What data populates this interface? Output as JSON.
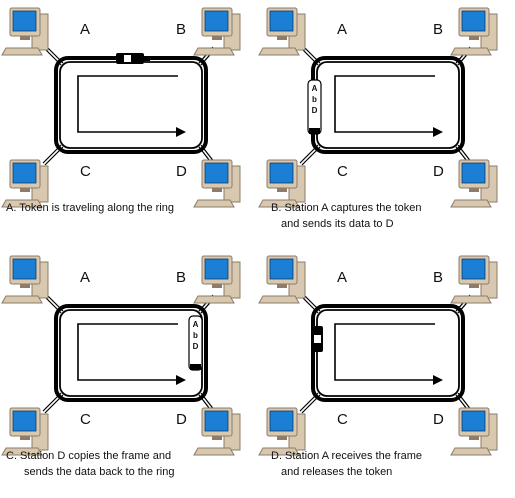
{
  "stations": [
    "A",
    "B",
    "C",
    "D"
  ],
  "frame_letters": [
    "A",
    "b",
    "D"
  ],
  "panels": [
    {
      "id": "a",
      "caption_lines": [
        "A. Token is traveling along the ring"
      ],
      "state": "token"
    },
    {
      "id": "b",
      "caption_lines": [
        "B. Station A captures the token",
        "and sends its data to D"
      ],
      "state": "frame-at-A"
    },
    {
      "id": "c",
      "caption_lines": [
        "C. Station D copies the frame and",
        "sends the data back to the ring"
      ],
      "state": "frame-at-D"
    },
    {
      "id": "d",
      "caption_lines": [
        "D. Station A receives the frame",
        "and releases the token"
      ],
      "state": "token-at-A"
    }
  ],
  "colors": {
    "screen": "#1c7fd6",
    "case": "#d8c8b0",
    "case_dark": "#8e7c66",
    "ring": "#000000",
    "token": "#000000"
  }
}
